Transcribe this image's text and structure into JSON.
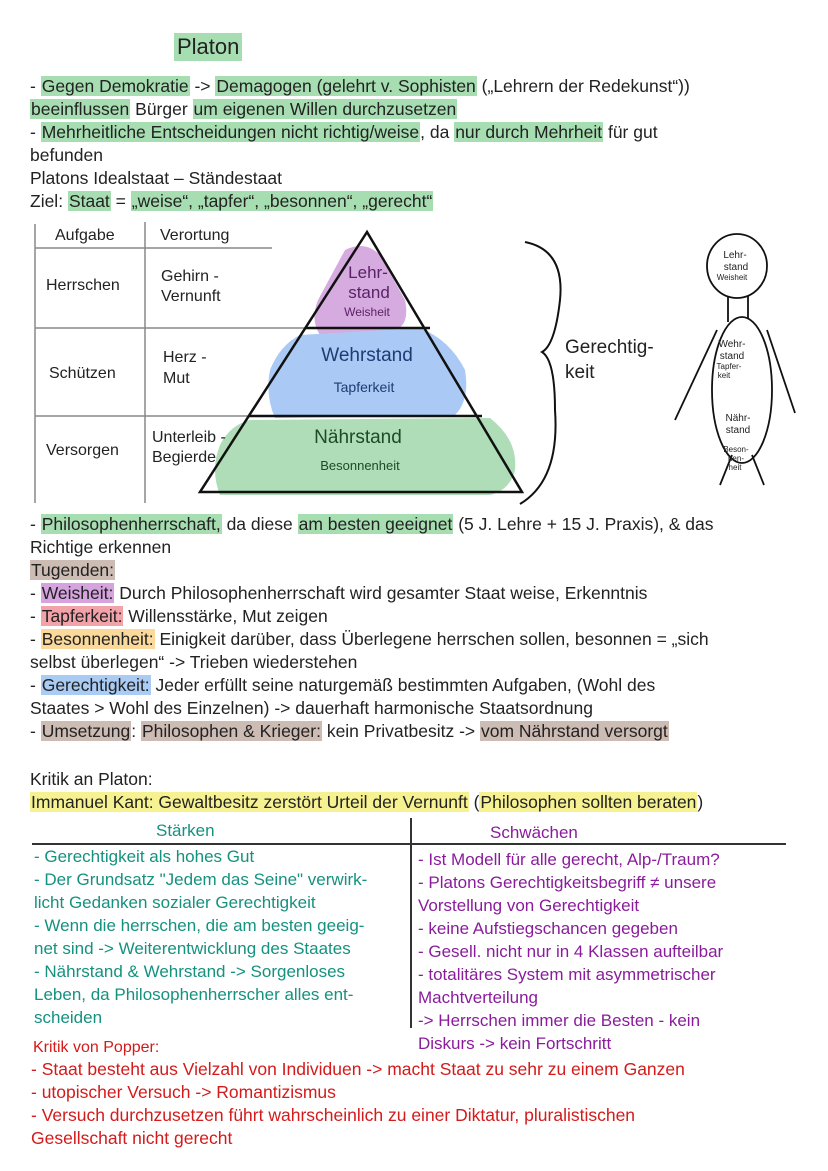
{
  "title": "Platon",
  "colors": {
    "green": "#a6deb1",
    "purple": "#d6a3df",
    "red": "#f2a2a9",
    "orange": "#fad99a",
    "blue": "#a9cbf4",
    "taupe": "#cdbcb4",
    "yellow": "#f7f291",
    "teal_text": "#15917f",
    "purple_text": "#8a1c9c",
    "red_text": "#d41a1a"
  },
  "intro_lines": [
    [
      {
        "t": "- ",
        "h": ""
      },
      {
        "t": "Gegen Demokratie",
        "h": "green"
      },
      {
        "t": " -> ",
        "h": ""
      },
      {
        "t": "Demagogen (gelehrt v. Sophisten",
        "h": "green"
      },
      {
        "t": " („Lehrern der Redekunst“))",
        "h": ""
      }
    ],
    [
      {
        "t": "beeinflussen",
        "h": "green"
      },
      {
        "t": " Bürger ",
        "h": ""
      },
      {
        "t": "um eigenen Willen durchzusetzen",
        "h": "green"
      }
    ],
    [
      {
        "t": "- ",
        "h": ""
      },
      {
        "t": "Mehrheitliche Entscheidungen nicht richtig/weise",
        "h": "green"
      },
      {
        "t": ", da ",
        "h": ""
      },
      {
        "t": "nur durch Mehrheit",
        "h": "green"
      },
      {
        "t": " für gut",
        "h": ""
      }
    ],
    [
      {
        "t": "befunden",
        "h": ""
      }
    ],
    [
      {
        "t": "Platons Idealstaat – Ständestaat",
        "h": ""
      }
    ],
    [
      {
        "t": "Ziel: ",
        "h": ""
      },
      {
        "t": "Staat",
        "h": "green"
      },
      {
        "t": " = ",
        "h": ""
      },
      {
        "t": "„weise“, „tapfer“, „besonnen“, „gerecht“",
        "h": "green"
      }
    ]
  ],
  "diagram": {
    "headers": [
      "Aufgabe",
      "Verortung"
    ],
    "rows": [
      {
        "task": "Herrschen",
        "loc": [
          "Gehirn -",
          "Vernunft"
        ]
      },
      {
        "task": "Schützen",
        "loc": [
          "Herz -",
          "Mut"
        ]
      },
      {
        "task": "Versorgen",
        "loc": [
          "Unterleib -",
          "Begierde"
        ]
      }
    ],
    "pyramid": [
      {
        "name": [
          "Lehr-",
          "stand"
        ],
        "virtue": "Weisheit"
      },
      {
        "name": [
          "Wehrstand"
        ],
        "virtue": "Tapferkeit"
      },
      {
        "name": [
          "Nährstand"
        ],
        "virtue": "Besonnenheit"
      }
    ],
    "brace_label": [
      "Gerechtig-",
      "keit"
    ],
    "figure": {
      "head": [
        "Lehr-",
        "stand",
        "Weisheit"
      ],
      "body": [
        "Wehr-",
        "stand",
        "Tapfer-",
        "keit"
      ],
      "lower": [
        "Nähr-",
        "stand"
      ],
      "legs": [
        "Beson-",
        "nen-",
        "heit"
      ]
    }
  },
  "virtue_lines": [
    [
      {
        "t": "- ",
        "h": ""
      },
      {
        "t": "Philosophenherrschaft,",
        "h": "green"
      },
      {
        "t": " da diese ",
        "h": ""
      },
      {
        "t": "am besten geeignet",
        "h": "green"
      },
      {
        "t": " (5 J. Lehre + 15 J. Praxis), & das",
        "h": ""
      }
    ],
    [
      {
        "t": "Richtige erkennen",
        "h": ""
      }
    ],
    [
      {
        "t": "Tugenden:",
        "h": "taupe"
      }
    ],
    [
      {
        "t": "- ",
        "h": ""
      },
      {
        "t": "Weisheit:",
        "h": "purple"
      },
      {
        "t": " Durch Philosophenherrschaft wird gesamter Staat weise, Erkenntnis",
        "h": ""
      }
    ],
    [
      {
        "t": "- ",
        "h": ""
      },
      {
        "t": "Tapferkeit:",
        "h": "red"
      },
      {
        "t": " Willensstärke, Mut zeigen",
        "h": ""
      }
    ],
    [
      {
        "t": "- ",
        "h": ""
      },
      {
        "t": "Besonnenheit:",
        "h": "orange"
      },
      {
        "t": " Einigkeit darüber, dass Überlegene herrschen sollen, besonnen = „sich",
        "h": ""
      }
    ],
    [
      {
        "t": "selbst überlegen“ -> Trieben wiederstehen",
        "h": ""
      }
    ],
    [
      {
        "t": "- ",
        "h": ""
      },
      {
        "t": "Gerechtigkeit:",
        "h": "blue"
      },
      {
        "t": " Jeder erfüllt seine naturgemäß bestimmten Aufgaben,  (Wohl des",
        "h": ""
      }
    ],
    [
      {
        "t": "Staates > Wohl des Einzelnen) -> dauerhaft harmonische Staatsordnung",
        "h": ""
      }
    ],
    [
      {
        "t": "- ",
        "h": ""
      },
      {
        "t": "Umsetzung",
        "h": "taupe"
      },
      {
        "t": ": ",
        "h": ""
      },
      {
        "t": "Philosophen & Krieger:",
        "h": "taupe"
      },
      {
        "t": " kein Privatbesitz -> ",
        "h": ""
      },
      {
        "t": "vom Nährstand versorgt ",
        "h": "taupe"
      }
    ]
  ],
  "critique_lines": [
    [
      {
        "t": "Kritik an Platon:",
        "h": ""
      }
    ],
    [
      {
        "t": "Immanuel Kant: Gewaltbesitz zerstört Urteil der Vernunft",
        "h": "yellow"
      },
      {
        "t": " (",
        "h": ""
      },
      {
        "t": "Philosophen sollten beraten",
        "h": "yellow"
      },
      {
        "t": ")",
        "h": ""
      }
    ]
  ],
  "comparison": {
    "strengths_header": "Stärken",
    "weaknesses_header": "Schwächen",
    "strengths": [
      "- Gerechtigkeit als hohes Gut",
      "- Der Grundsatz \"Jedem das Seine\" verwirk-",
      "licht Gedanken sozialer Gerechtigkeit",
      "- Wenn die herrschen, die am besten geeig-",
      "net sind -> Weiterentwicklung des Staates",
      "- Nährstand & Wehrstand -> Sorgenloses",
      "Leben, da Philosophenherrscher alles ent-",
      "scheiden"
    ],
    "weaknesses": [
      "- Ist Modell für alle gerecht, Alp-/Traum?",
      "- Platons Gerechtigkeitsbegriff ≠ unsere",
      "Vorstellung von Gerechtigkeit",
      "- keine Aufstiegschancen gegeben",
      "- Gesell. nicht nur in 4 Klassen aufteilbar",
      "- totalitäres System mit asymmetrischer",
      "Machtverteilung",
      "-> Herrschen immer die Besten - kein",
      "Diskurs -> kein Fortschritt"
    ]
  },
  "popper": {
    "heading": "Kritik von Popper:",
    "lines": [
      "- Staat besteht aus Vielzahl von Individuen -> macht Staat zu sehr zu einem Ganzen",
      "- utopischer Versuch -> Romantizismus",
      "- Versuch durchzusetzen führt wahrscheinlich zu einer Diktatur, pluralistischen",
      "Gesellschaft nicht gerecht"
    ]
  }
}
